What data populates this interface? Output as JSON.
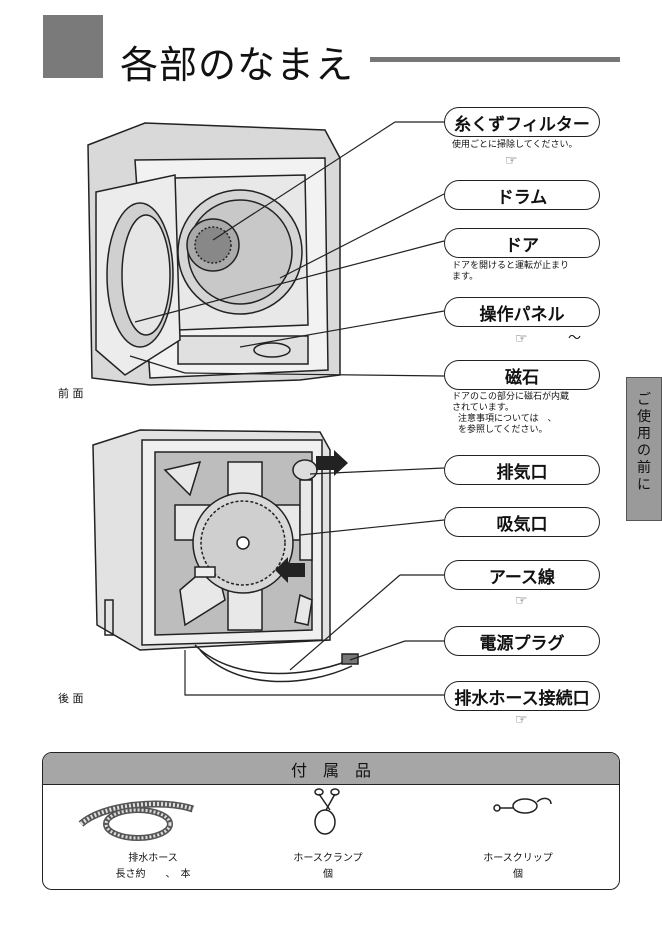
{
  "page_title": "各部のなまえ",
  "callouts": {
    "lint_filter": {
      "label": "糸くずフィルター",
      "note": "使用ごとに掃除してください。"
    },
    "drum": {
      "label": "ドラム"
    },
    "door": {
      "label": "ドア",
      "note_lines": [
        "ドアを開けると運転が止まり",
        "ます。"
      ]
    },
    "control_panel": {
      "label": "操作パネル",
      "ref_tilde": "〜"
    },
    "magnet": {
      "label": "磁石",
      "note_lines": [
        "ドアのこの部分に磁石が内蔵",
        "されています。",
        "注意事項については　、",
        "を参照してください。"
      ]
    },
    "exhaust": {
      "label": "排気口"
    },
    "intake": {
      "label": "吸気口"
    },
    "ground_wire": {
      "label": "アース線"
    },
    "power_plug": {
      "label": "電源プラグ"
    },
    "drain_port": {
      "label": "排水ホース接続口"
    }
  },
  "view_labels": {
    "front": "前 面",
    "back": "後 面"
  },
  "side_tab": "ご使用の前に",
  "accessories": {
    "header": "付　属　品",
    "items": [
      {
        "name": "排水ホース",
        "detail": "長さ約　　、　本"
      },
      {
        "name": "ホースクランプ",
        "detail": "個"
      },
      {
        "name": "ホースクリップ",
        "detail": "個"
      }
    ]
  },
  "icons": {
    "reference": "pointing-hand-icon"
  }
}
